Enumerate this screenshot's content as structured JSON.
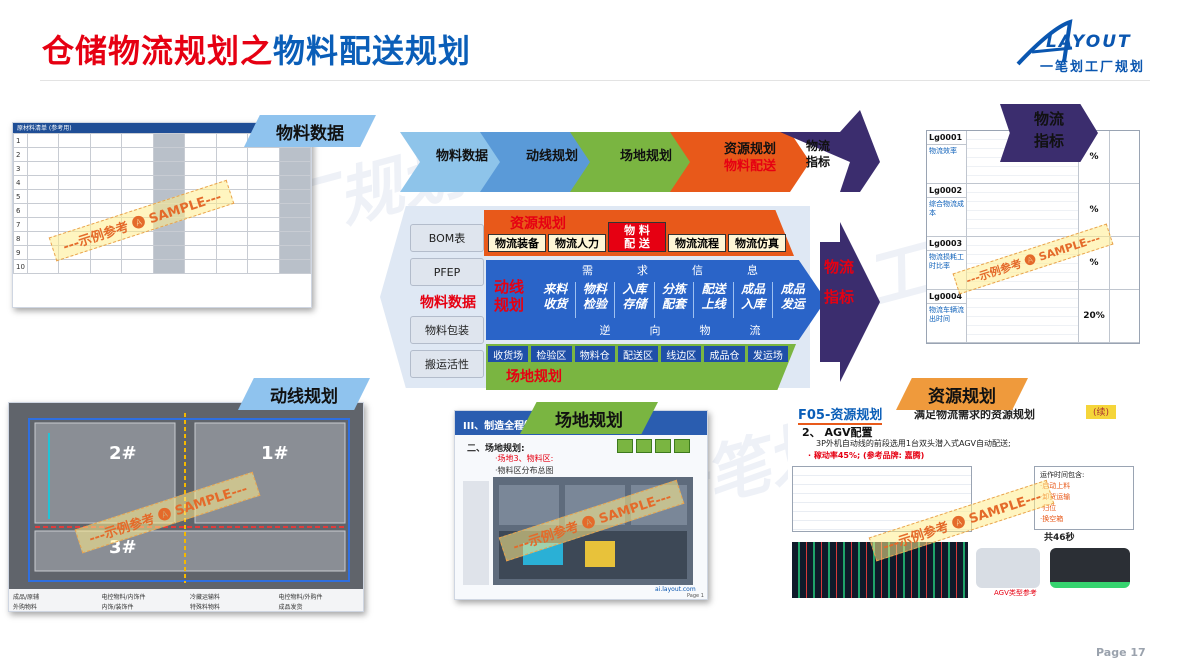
{
  "header": {
    "title_part1": "仓储物流规划之",
    "title_part2": "物料配送规划",
    "logo_text": "LAYOUT",
    "logo_cn": "一笔划工厂规划"
  },
  "watermark": [
    "工厂规划",
    "一笔划",
    "工厂规划",
    "一笔划"
  ],
  "tags": {
    "material_data": "物料数据",
    "route_planning": "动线规划",
    "site_planning": "场地规划",
    "resource_planning": "资源规划",
    "logistics_indicators": "物流\n指标"
  },
  "stamp": "---示例参考 🅐 SAMPLE---",
  "center": {
    "top_arrows": [
      "物料数据",
      "动线规划",
      "场地规划",
      "资源规划",
      "物流\n指标"
    ],
    "top_arrow_sub": "物料配送",
    "left_boxes": [
      "BOM表",
      "PFEP",
      "物料包装",
      "搬运活性"
    ],
    "left_label": "物料数据",
    "resource_title": "资源规划",
    "resource_items": [
      "物流装备",
      "物流人力",
      "物 料\n配 送",
      "物流流程",
      "物流仿真"
    ],
    "flow_header": [
      "需",
      "求",
      "信",
      "息"
    ],
    "route_label": "动线\n规划",
    "flow_steps": [
      "来料\n收货",
      "物料\n检验",
      "入库\n存储",
      "分拣\n配套",
      "配送\n上线",
      "成品\n入库",
      "成品\n发运"
    ],
    "flow_reverse": [
      "逆",
      "向",
      "物",
      "流"
    ],
    "site_items": [
      "收货场",
      "检验区",
      "物料仓",
      "配送区",
      "线边区",
      "成品仓",
      "发运场"
    ],
    "site_label": "场地规划",
    "right_label": "物流\n指标"
  },
  "material_card": {
    "header": "原材料清单 (参考用)",
    "rows": [
      "1",
      "2",
      "3",
      "4",
      "5",
      "6",
      "7",
      "8",
      "9",
      "10"
    ]
  },
  "route_card": {
    "zones": [
      "1#",
      "2#",
      "3#"
    ],
    "legend": [
      "成品/原辅",
      "电控物料/内饰件",
      "冷藏运输料",
      "电控物料/外购件",
      "外购物料",
      "内饰/装饰件",
      "特殊料物料",
      "成品发货"
    ]
  },
  "site_card": {
    "heading": "III、制造全程物流",
    "sub1": "二、场地规划:",
    "sub2": "·场地3、物料区:",
    "sub3": "·物料区分布总图",
    "footer_logo": "ai.layout.com",
    "page": "Page 1"
  },
  "resource_card": {
    "title": "F05-资源规划",
    "subtitle": "满足物流需求的资源规划",
    "badge": "(续)",
    "item": "2、 AGV配置",
    "line1": "3P外机自动线的前段选用1台双头潜入式AGV自动配送;",
    "line2": "· 稼动率45%; (参考品牌: 嘉腾)",
    "info_title": "运作时间包含:",
    "info_lines": [
      "·启动上料",
      "·卸货运输",
      "·归位",
      "·换空箱"
    ],
    "info_total": "共46秒",
    "agv_label": "AGV类型参考"
  },
  "indicator_card": {
    "codes": [
      "Lg0001",
      "Lg0002",
      "Lg0003",
      "Lg0004"
    ],
    "names": [
      "物流效率",
      "综合物流成本",
      "物流损耗工时比率",
      "物流车辆流出时间"
    ],
    "values": [
      "%",
      "%",
      "%",
      "20%"
    ]
  },
  "page_number": "Page 17",
  "colors": {
    "red": "#e60012",
    "blue": "#0a5eb8",
    "orange": "#e8591a",
    "green": "#6aa532",
    "purple": "#3b2d6e",
    "skyblue": "#7bb8e6"
  }
}
